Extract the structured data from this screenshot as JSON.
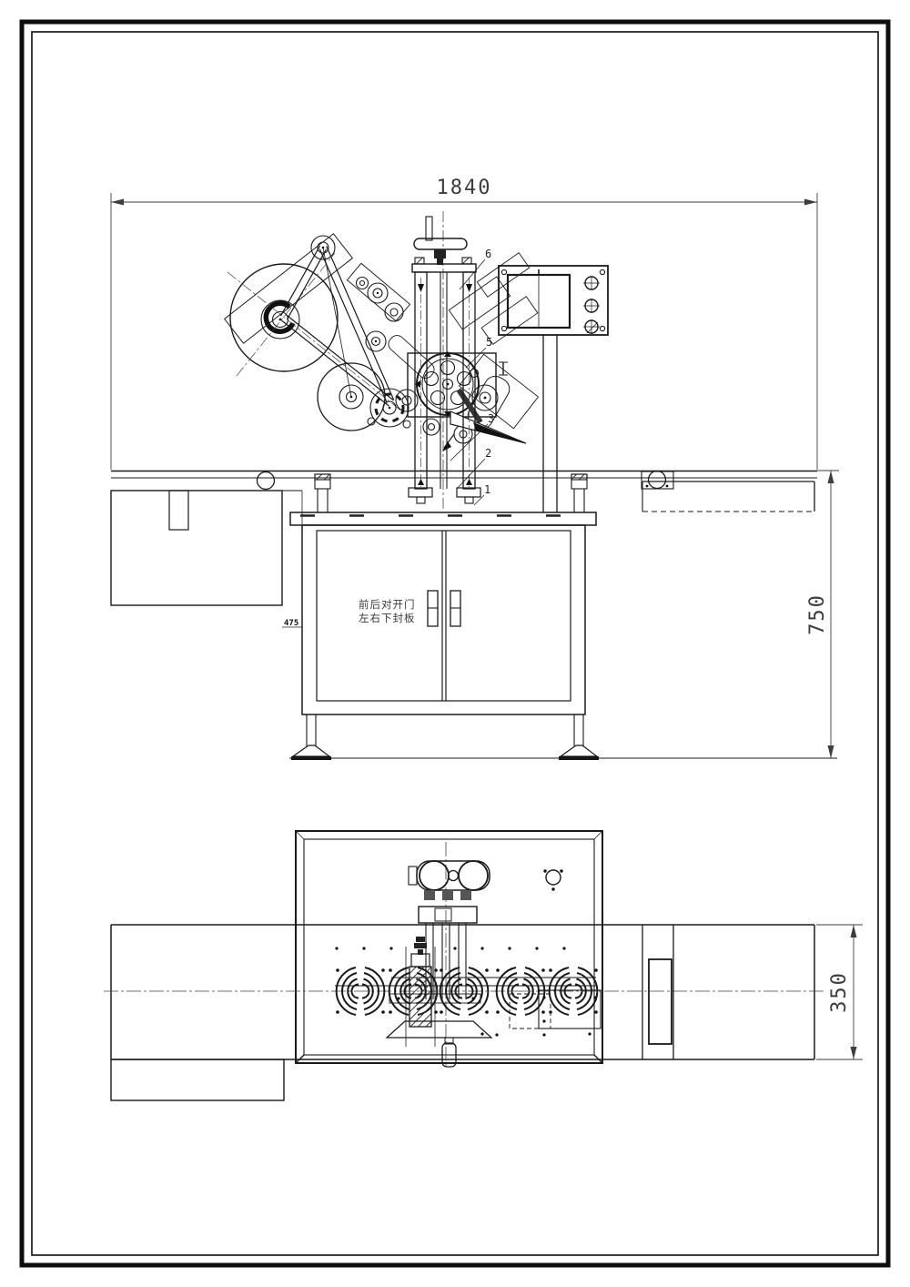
{
  "drawing": {
    "dimensions": {
      "overall_width": "1840",
      "overall_height": "750",
      "infeed_offset": "475",
      "conveyor_width": "350"
    },
    "cabinet_note": {
      "line1": "前后对开门",
      "line2": "左右下封板"
    },
    "part_labels": {
      "n1": "1",
      "n2": "2",
      "n3": "3",
      "n5": "5",
      "n6": "6"
    }
  }
}
